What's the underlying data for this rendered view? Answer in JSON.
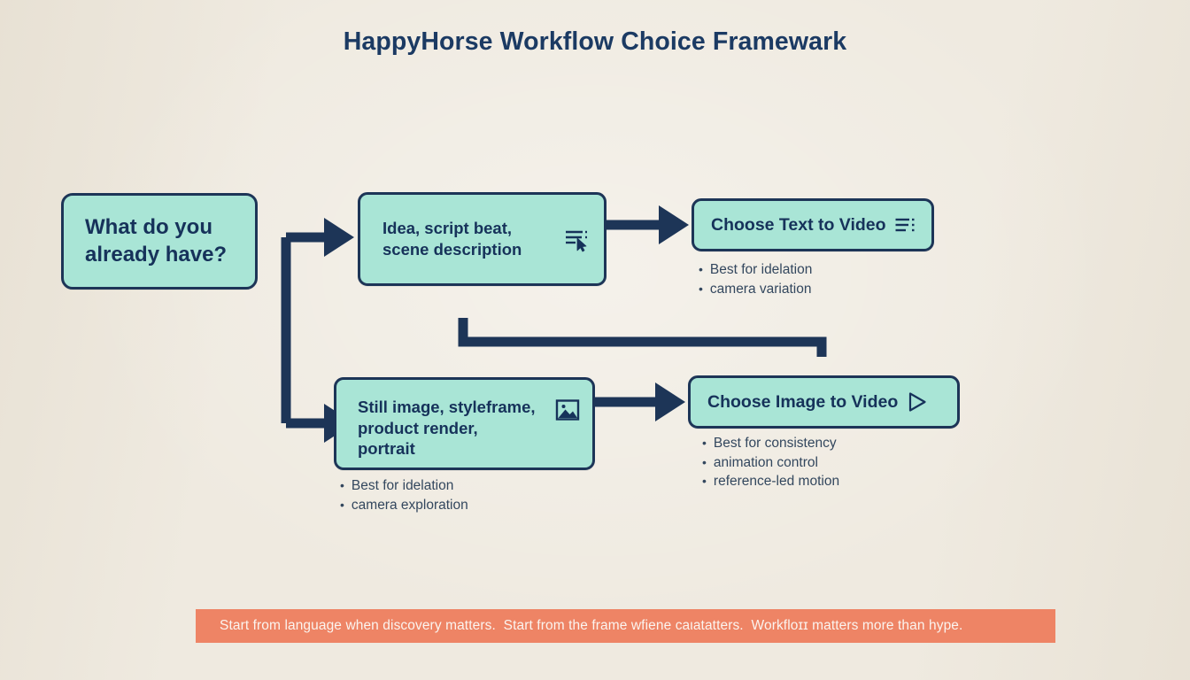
{
  "page": {
    "title": "HappyHorse Workflow Choice Framewark",
    "background_color": "#efeae0",
    "accent_color": "#1d3557",
    "node_fill_color": "#a9e5d6",
    "banner_color": "#ee8465"
  },
  "nodes": {
    "question": {
      "label": "What do you\nalready have?"
    },
    "idea": {
      "label": "Idea, script beat,\nscene description",
      "icon": "text-lines-cursor-icon"
    },
    "still": {
      "label": "Still image, styleframe,\nproduct render,\nportrait",
      "icon": "image-icon"
    },
    "text_to_video": {
      "label": "Choose Text to Video",
      "icon": "text-lines-icon"
    },
    "image_to_video": {
      "label": "Choose Image to Video",
      "icon": "play-triangle-icon"
    }
  },
  "bullets": {
    "text_to_video": [
      "Best for idelation",
      "camera variation"
    ],
    "still": [
      "Best for idelation",
      "camera exploration"
    ],
    "image_to_video": [
      "Best for consistency",
      "animation control",
      "reference-led motion"
    ]
  },
  "bullet_marker": "•",
  "footer": {
    "text": "Start from language when discovery matters.  Start from the frame wfiene caιatatters.  Workfloɪɪ matters more than hype."
  }
}
